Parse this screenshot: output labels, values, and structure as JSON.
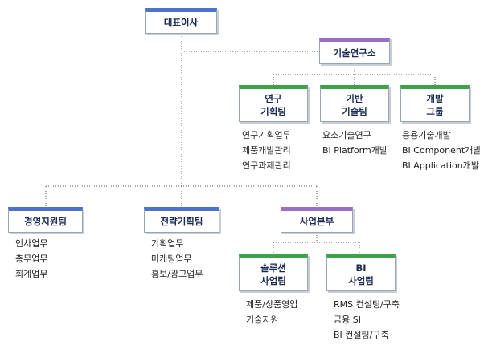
{
  "colors": {
    "blue_accent": "#4a73c9",
    "purple_accent": "#9b6ec8",
    "green_accent": "#3fa04a",
    "line": "#555555"
  },
  "org": {
    "ceo": {
      "label": "대표이사",
      "accent": "blue"
    },
    "research_center": {
      "label": "기술연구소",
      "accent": "purple"
    },
    "research_teams": [
      {
        "lines": [
          "연구",
          "기획팀"
        ],
        "accent": "green",
        "tasks": [
          "연구기획업무",
          "제품개발관리",
          "연구과제관리"
        ]
      },
      {
        "lines": [
          "기반",
          "기술팀"
        ],
        "accent": "green",
        "tasks": [
          "요소기술연구",
          "BI Platform개발"
        ]
      },
      {
        "lines": [
          "개발",
          "그룹"
        ],
        "accent": "green",
        "tasks": [
          "응용기술개발",
          "BI Component개발",
          "BI Application개발"
        ]
      }
    ],
    "divisions": [
      {
        "label": "경영지원팀",
        "accent": "blue",
        "tasks": [
          "인사업무",
          "총무업무",
          "회계업무"
        ]
      },
      {
        "label": "전략기획팀",
        "accent": "blue",
        "tasks": [
          "기획업무",
          "마케팅업무",
          "홍보/광고업무"
        ]
      },
      {
        "label": "사업본부",
        "accent": "purple",
        "tasks": []
      }
    ],
    "business_teams": [
      {
        "lines": [
          "솔루션",
          "사업팀"
        ],
        "accent": "green",
        "tasks": [
          "제품/상품영업",
          "기술지원"
        ]
      },
      {
        "lines": [
          "BI",
          "사업팀"
        ],
        "accent": "green",
        "tasks": [
          "RMS 컨설팅/구축",
          "금융 SI",
          "BI 컨설팅/구축"
        ]
      }
    ]
  }
}
